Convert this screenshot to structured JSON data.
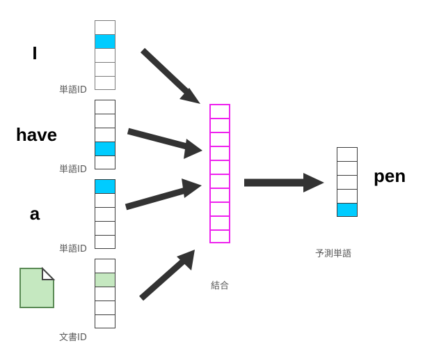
{
  "diagram": {
    "title": "word2vec CBOW context to predicted word diagram",
    "background": "#ffffff",
    "colors": {
      "highlight_cyan": "#00ccff",
      "highlight_green": "#c5e8c0",
      "concat_border": "#ee22ee",
      "cell_border_gray": "#7a7a7a",
      "cell_border_dark": "#3b3b3b",
      "arrow": "#333333",
      "label_gray": "#5a5a5a",
      "word_black": "#000000"
    }
  },
  "inputs": [
    {
      "word": "I",
      "caption": "単語ID",
      "cells": 5,
      "active_index": 1,
      "active_color": "#00ccff"
    },
    {
      "word": "have",
      "caption": "単語ID",
      "cells": 5,
      "active_index": 3,
      "active_color": "#00ccff"
    },
    {
      "word": "a",
      "caption": "単語ID",
      "cells": 5,
      "active_index": 0,
      "active_color": "#00ccff"
    },
    {
      "word": "",
      "icon": "document-icon",
      "caption": "文書ID",
      "cells": 5,
      "active_index": 1,
      "active_color": "#c5e8c0"
    }
  ],
  "concat": {
    "caption": "結合",
    "cells": 10,
    "active_index": -1
  },
  "output": {
    "word": "pen",
    "caption": "予測単語",
    "cells": 5,
    "active_index": 4,
    "active_color": "#00ccff"
  },
  "arrows": [
    {
      "name": "arrow-from-I"
    },
    {
      "name": "arrow-from-have"
    },
    {
      "name": "arrow-from-a"
    },
    {
      "name": "arrow-from-document"
    },
    {
      "name": "arrow-concat-to-output"
    }
  ]
}
